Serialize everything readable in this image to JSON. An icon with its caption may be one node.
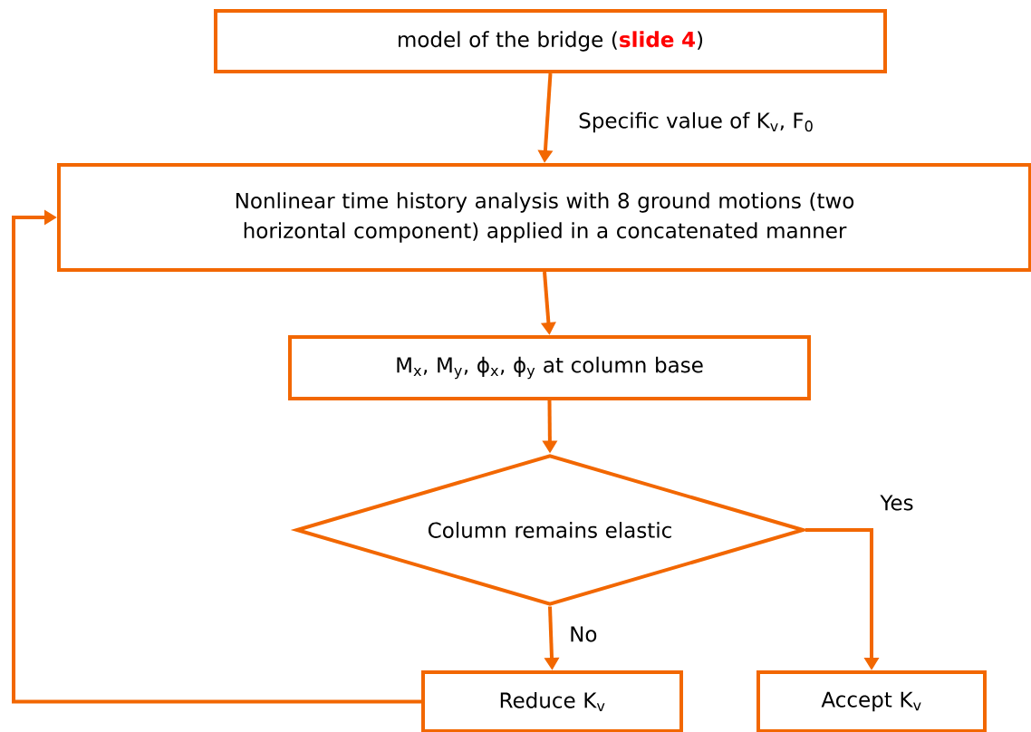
{
  "diagram": {
    "nodes": [
      {
        "text": [
          "model of the bridge (**slide 4**)"
        ]
      },
      {
        "text": [
          "Nonlinear time history analysis with 8 ground motions (two horizontal component) applied in a concatenated manner"
        ]
      },
      {
        "text": [
          "M$_{x}$, M$_{y}$, ϕ$_{x}$, ϕ$_{y}$ at column base"
        ]
      },
      {
        "text": [
          "Column remains elastic"
        ]
      },
      {
        "text": [
          "Reduce K$_{v}$"
        ]
      },
      {
        "text": [
          "Accept K$_{v}$"
        ]
      }
    ],
    "edges": [
      {
        "from": 0,
        "to": 1,
        "arrow": "to",
        "label": "Specific value of K$_{v}$, F$_{0}$"
      },
      {
        "from": 1,
        "to": 2,
        "arrow": "to"
      },
      {
        "from": 2,
        "to": 3,
        "arrow": "to"
      },
      {
        "from": 3,
        "to": 4,
        "arrow": "to",
        "label": "No"
      },
      {
        "from": 3,
        "to": 5,
        "arrow": "to",
        "label": "Yes"
      },
      {
        "from": 4,
        "to": 1,
        "arrow": "to"
      }
    ]
  }
}
